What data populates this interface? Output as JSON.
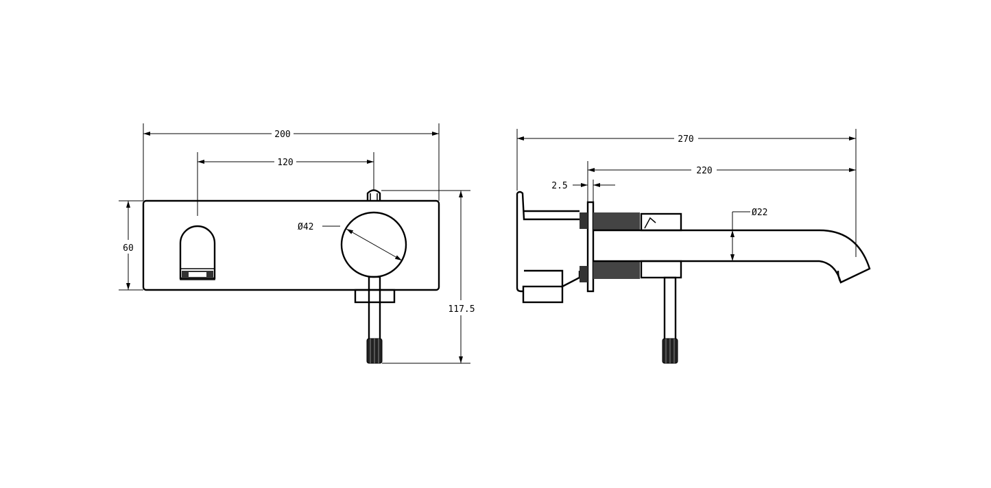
{
  "front_view": {
    "dim_width": "200",
    "dim_spacing": "120",
    "dim_height": "60",
    "dim_depth": "117.5",
    "dim_handle_diameter": "Ø42"
  },
  "side_view": {
    "dim_overall": "270",
    "dim_spout_reach": "220",
    "dim_plate": "2.5",
    "dim_spout_diameter": "Ø22"
  },
  "colors": {
    "line": "#000000",
    "background": "#ffffff"
  }
}
